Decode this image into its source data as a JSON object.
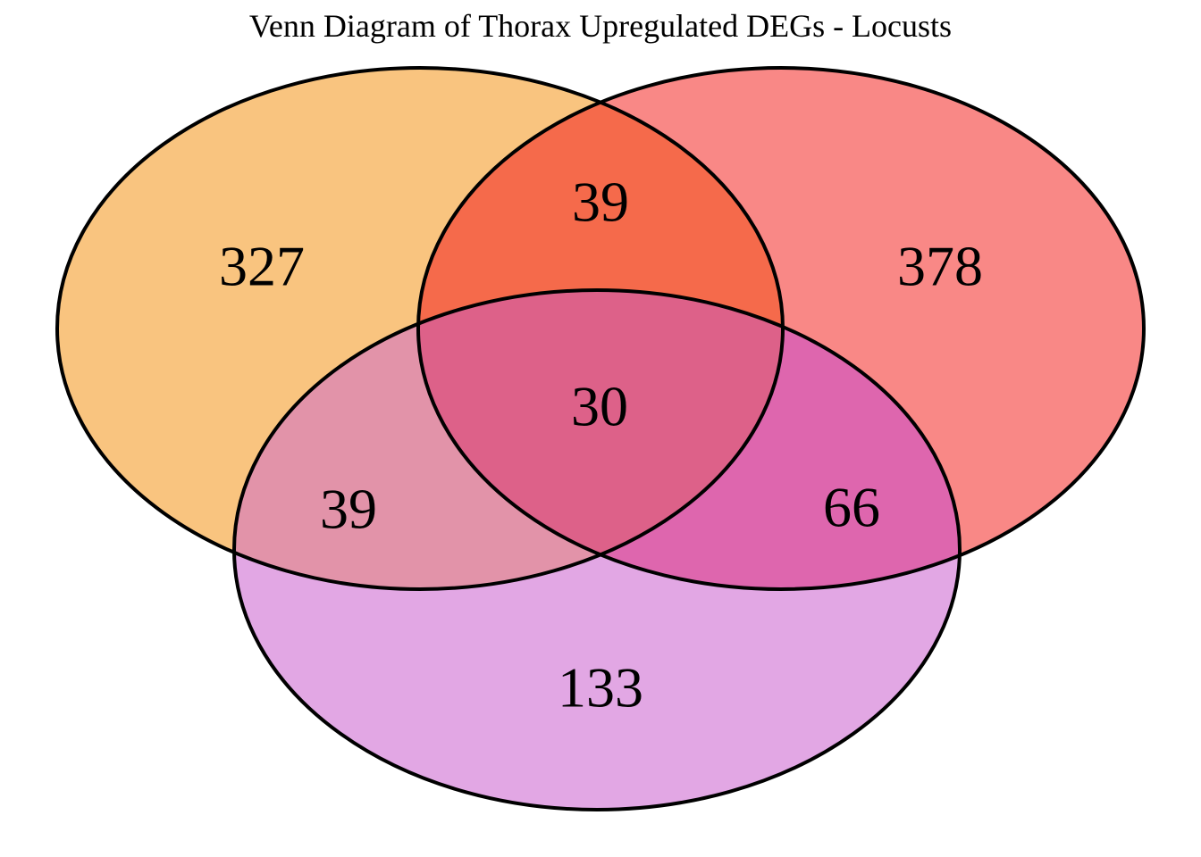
{
  "title": "Venn Diagram of Thorax Upregulated DEGs - Locusts",
  "chart_data": {
    "type": "venn",
    "title": "Venn Diagram of Thorax Upregulated DEGs - Locusts",
    "set_count": 3,
    "sets": [
      {
        "id": "A",
        "position": "top-left",
        "fill_observed": "#F9C47F"
      },
      {
        "id": "B",
        "position": "top-right",
        "fill_observed": "#F98886"
      },
      {
        "id": "C",
        "position": "bottom",
        "fill_observed": "#E2A7E4"
      }
    ],
    "regions": [
      {
        "id": "a_only",
        "sets": [
          "A"
        ],
        "value": 327,
        "color": "#F9C47F"
      },
      {
        "id": "b_only",
        "sets": [
          "B"
        ],
        "value": 378,
        "color": "#F98886"
      },
      {
        "id": "c_only",
        "sets": [
          "C"
        ],
        "value": 133,
        "color": "#E2A7E4"
      },
      {
        "id": "ab",
        "sets": [
          "A",
          "B"
        ],
        "value": 39,
        "color": "#F56A4B"
      },
      {
        "id": "ac",
        "sets": [
          "A",
          "C"
        ],
        "value": 39,
        "color": "#E293A9"
      },
      {
        "id": "bc",
        "sets": [
          "B",
          "C"
        ],
        "value": 66,
        "color": "#DE66AE"
      },
      {
        "id": "abc",
        "sets": [
          "A",
          "B",
          "C"
        ],
        "value": 30,
        "color": "#DD6189"
      }
    ],
    "labels": {
      "a_only": "327",
      "b_only": "378",
      "c_only": "133",
      "ab": "39",
      "ac": "39",
      "bc": "66",
      "abc": "30"
    },
    "region_colors": {
      "a_only": "#F9C47F",
      "b_only": "#F98886",
      "c_only": "#E2A7E4",
      "ab": "#F56A4B",
      "ac": "#E293A9",
      "bc": "#DE66AE",
      "abc": "#DD6189"
    },
    "outline_color": "#000000",
    "text_color": "#000000",
    "background": "#FFFFFF",
    "legend": "none"
  }
}
